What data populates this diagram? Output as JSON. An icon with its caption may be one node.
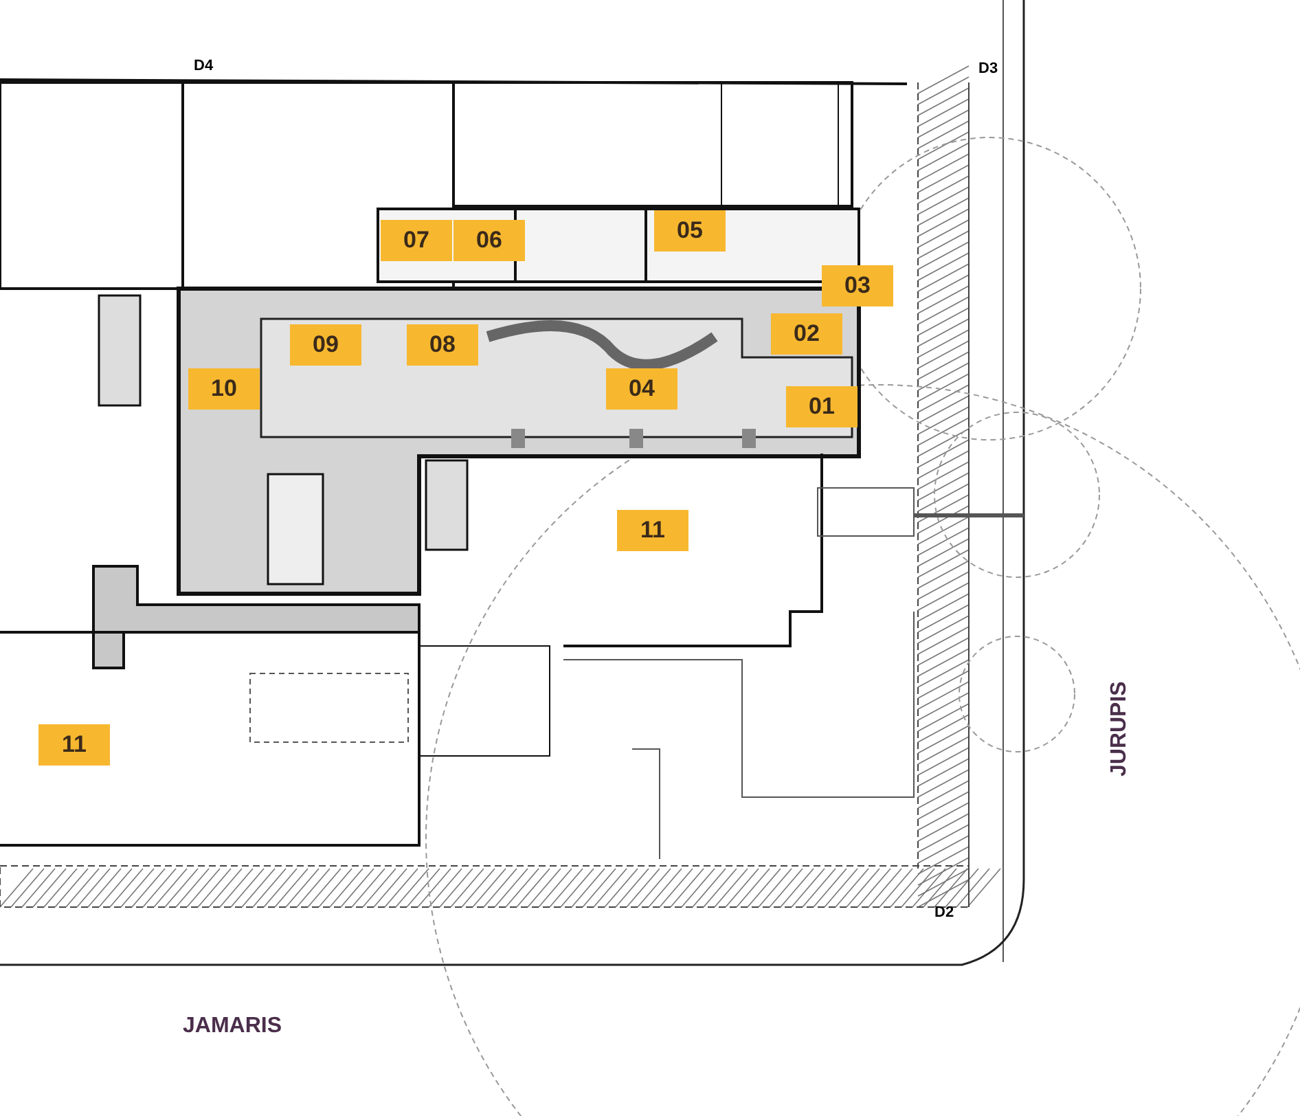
{
  "diagram": {
    "nodes": [
      {
        "text": [
          "07"
        ]
      },
      {
        "text": [
          "06"
        ]
      },
      {
        "text": [
          "05"
        ]
      },
      {
        "text": [
          "03"
        ]
      },
      {
        "text": [
          "09"
        ]
      },
      {
        "text": [
          "08"
        ]
      },
      {
        "text": [
          "02"
        ]
      },
      {
        "text": [
          "10"
        ]
      },
      {
        "text": [
          "04"
        ]
      },
      {
        "text": [
          "01"
        ]
      },
      {
        "text": [
          "11"
        ]
      },
      {
        "text": [
          "11"
        ]
      }
    ],
    "labels": [
      "D4",
      "D3",
      "D2",
      "JURUPIS",
      "JAMARIS"
    ]
  }
}
